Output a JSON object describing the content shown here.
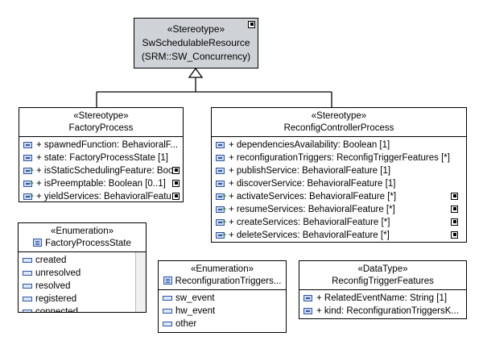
{
  "sw_schedulable_resource": {
    "stereotype": "«Stereotype»",
    "name": "SwSchedulableResource",
    "qualifier": "(SRM::SW_Concurrency)"
  },
  "factory_process": {
    "stereotype": "«Stereotype»",
    "name": "FactoryProcess",
    "attributes": [
      "+ spawnedFunction: BehavioralF...",
      "+ state: FactoryProcessState [1]",
      "+ isStaticSchedulingFeature: Boo",
      "+ isPreemptable: Boolean [0..1]",
      "+ yieldServices: BehavioralFeatu"
    ]
  },
  "reconfig_controller_process": {
    "stereotype": "«Stereotype»",
    "name": "ReconfigControllerProcess",
    "attributes": [
      "+ dependenciesAvailability: Boolean [1]",
      "+ reconfigurationTriggers: ReconfigTriggerFeatures [*]",
      "+ publishService: BehavioralFeature [1]",
      "+ discoverService: BehavioralFeature [1]",
      "+ activateServices: BehavioralFeature [*]",
      "+ resumeServices: BehavioralFeature [*]",
      "+ createServices: BehavioralFeature [*]",
      "+ deleteServices: BehavioralFeature [*]"
    ]
  },
  "factory_process_state": {
    "stereotype": "«Enumeration»",
    "name": "FactoryProcessState",
    "literals": [
      "created",
      "unresolved",
      "resolved",
      "registered",
      "connected"
    ]
  },
  "reconfiguration_triggers": {
    "stereotype": "«Enumeration»",
    "name": "ReconfigurationTriggers...",
    "literals": [
      "sw_event",
      "hw_event",
      "other"
    ]
  },
  "reconfig_trigger_features": {
    "stereotype": "«DataType»",
    "name": "ReconfigTriggerFeatures",
    "attributes": [
      "+ RelatedEventName: String [1]",
      "+ kind: ReconfigurationTriggersK..."
    ]
  },
  "colors": {
    "gray_box": "#cfd3d8",
    "icon_blue": "#2e55a6",
    "icon_fill": "#c9d8f2"
  }
}
